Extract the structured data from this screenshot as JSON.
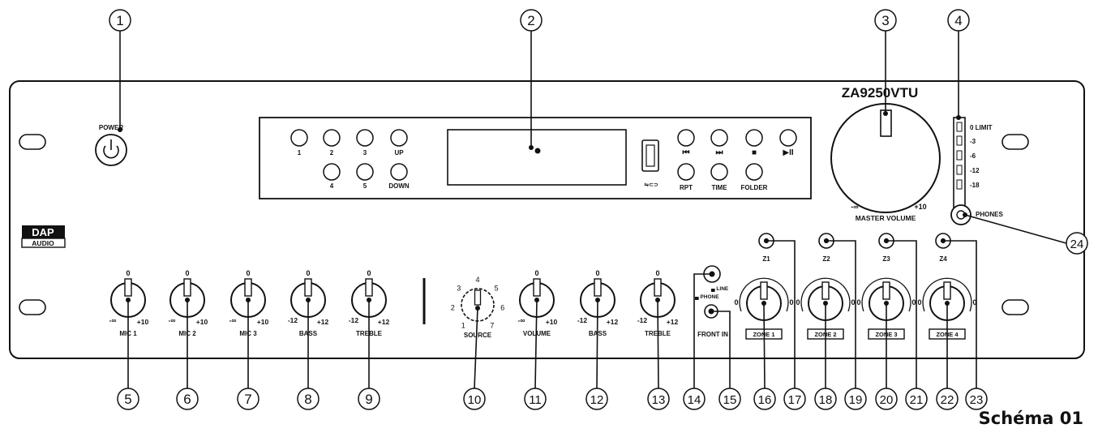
{
  "device": {
    "model": "ZA9250VTU",
    "brand_line1": "DAP",
    "brand_line2": "AUDIO",
    "power_label": "POWER"
  },
  "player": {
    "presets": [
      "1",
      "2",
      "3",
      "UP",
      "4",
      "5",
      "DOWN"
    ],
    "transport": [
      "⏮",
      "⏭",
      "■",
      "▶II",
      "RPT",
      "TIME",
      "FOLDER"
    ]
  },
  "master": {
    "min": "-∞",
    "max": "+10",
    "label": "MASTER VOLUME"
  },
  "meter": [
    "0 LIMIT",
    "-3",
    "-6",
    "-12",
    "-18"
  ],
  "phones_label": "PHONES",
  "source": {
    "positions": [
      "1",
      "2",
      "3",
      "4",
      "5",
      "6",
      "7"
    ],
    "label": "SOURCE"
  },
  "front_in": {
    "line": "LINE",
    "phone": "PHONE",
    "label": "FRONT IN"
  },
  "knobs": [
    {
      "label": "MIC 1",
      "min": "-∞",
      "max": "+10",
      "top": "0"
    },
    {
      "label": "MIC 2",
      "min": "-∞",
      "max": "+10",
      "top": "0"
    },
    {
      "label": "MIC 3",
      "min": "-∞",
      "max": "+10",
      "top": "0"
    },
    {
      "label": "BASS",
      "min": "-12",
      "max": "+12",
      "top": "0"
    },
    {
      "label": "TREBLE",
      "min": "-12",
      "max": "+12",
      "top": "0"
    },
    {
      "label": "VOLUME",
      "min": "-∞",
      "max": "+10",
      "top": "0"
    },
    {
      "label": "BASS",
      "min": "-12",
      "max": "+12",
      "top": "0"
    },
    {
      "label": "TREBLE",
      "min": "-12",
      "max": "+12",
      "top": "0"
    }
  ],
  "zones": [
    {
      "jack": "Z1",
      "label": "ZONE 1",
      "left": "0",
      "right": "0"
    },
    {
      "jack": "Z2",
      "label": "ZONE 2",
      "left": "0",
      "right": "0"
    },
    {
      "jack": "Z3",
      "label": "ZONE 3",
      "left": "0",
      "right": "0"
    },
    {
      "jack": "Z4",
      "label": "ZONE 4",
      "left": "0",
      "right": "0"
    }
  ],
  "callouts": [
    "1",
    "2",
    "3",
    "4",
    "5",
    "6",
    "7",
    "8",
    "9",
    "10",
    "11",
    "12",
    "13",
    "14",
    "15",
    "16",
    "17",
    "18",
    "19",
    "20",
    "21",
    "22",
    "23",
    "24"
  ],
  "caption": "Schéma 01"
}
